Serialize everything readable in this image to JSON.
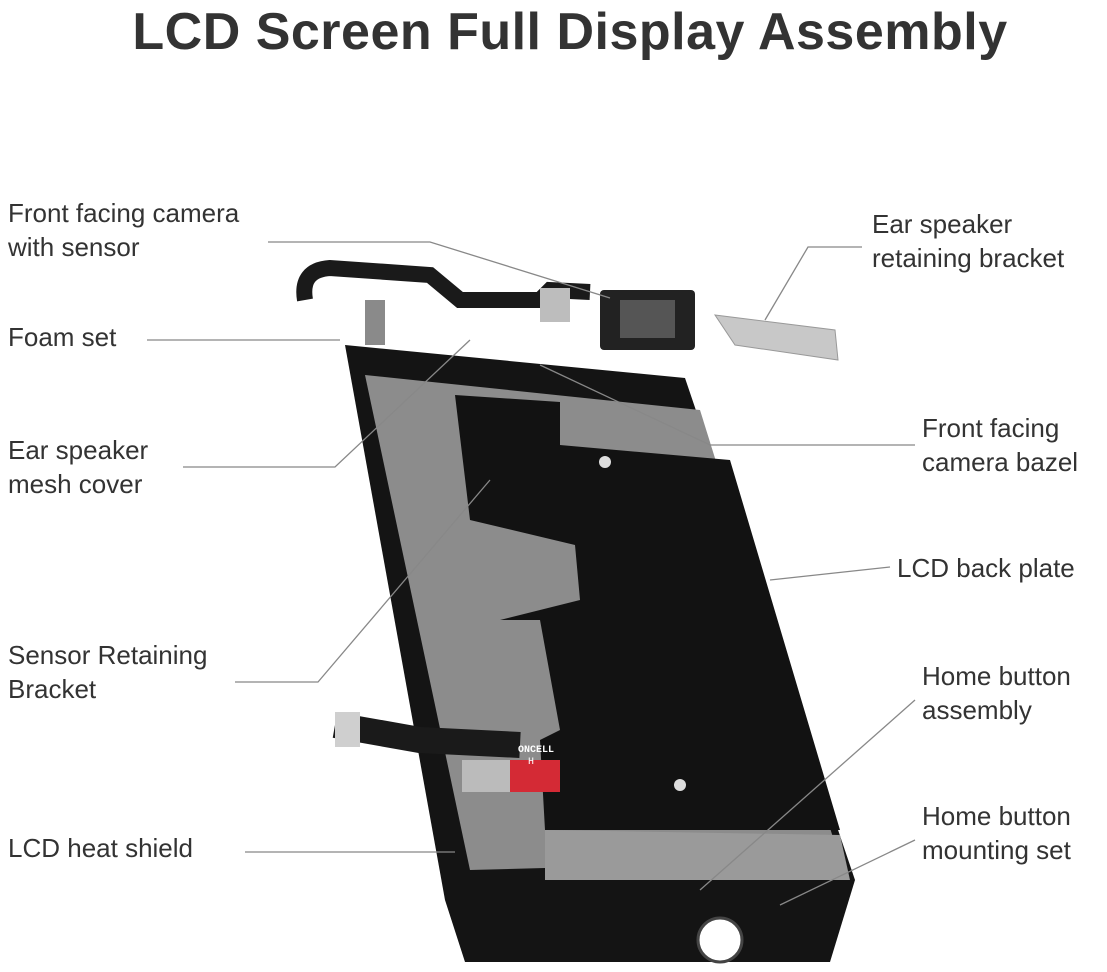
{
  "title": "LCD Screen Full Display Assembly",
  "labels": {
    "front_camera": "Front facing camera\nwith sensor",
    "ear_bracket": "Ear speaker\nretaining bracket",
    "foam_set": "Foam set",
    "mesh_cover": "Ear speaker\nmesh cover",
    "camera_bazel": "Front facing\ncamera bazel",
    "back_plate": "LCD back plate",
    "sensor_bracket": "Sensor Retaining\nBracket",
    "home_assembly": "Home button\nassembly",
    "heat_shield": "LCD heat shield",
    "home_mounting": "Home button\nmounting set"
  },
  "flex_label": {
    "brand": "ONCELL",
    "mark": "H"
  }
}
